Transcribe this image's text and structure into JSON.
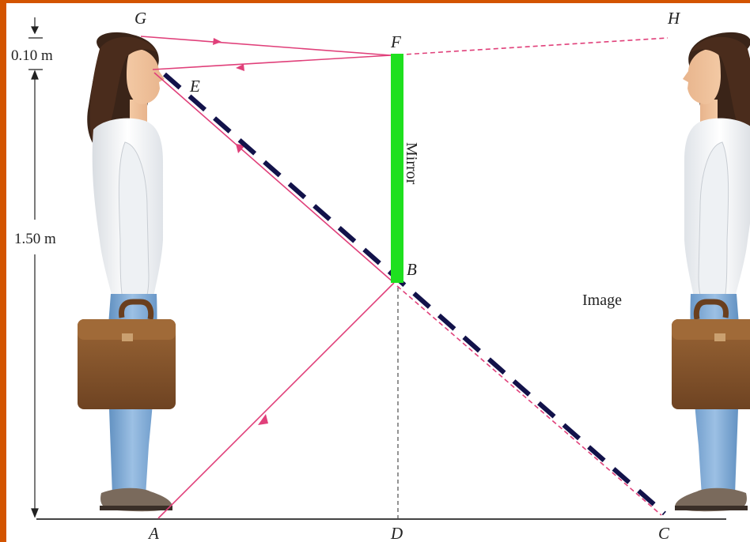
{
  "diagram": {
    "points": {
      "G": "G",
      "H": "H",
      "F": "F",
      "E": "E",
      "B": "B",
      "A": "A",
      "D": "D",
      "C": "C"
    },
    "measurements": {
      "eye_offset": "0.10 m",
      "eye_height": "1.50 m"
    },
    "labels": {
      "mirror": "Mirror",
      "image": "Image"
    },
    "colors": {
      "frame": "#d35400",
      "mirror": "#1fe01f",
      "ray": "#e0407a",
      "sightline": "#12124a",
      "person_sweater": "#f2f4f6",
      "person_jeans": "#7aa6d4",
      "briefcase": "#8a5a2e"
    }
  }
}
